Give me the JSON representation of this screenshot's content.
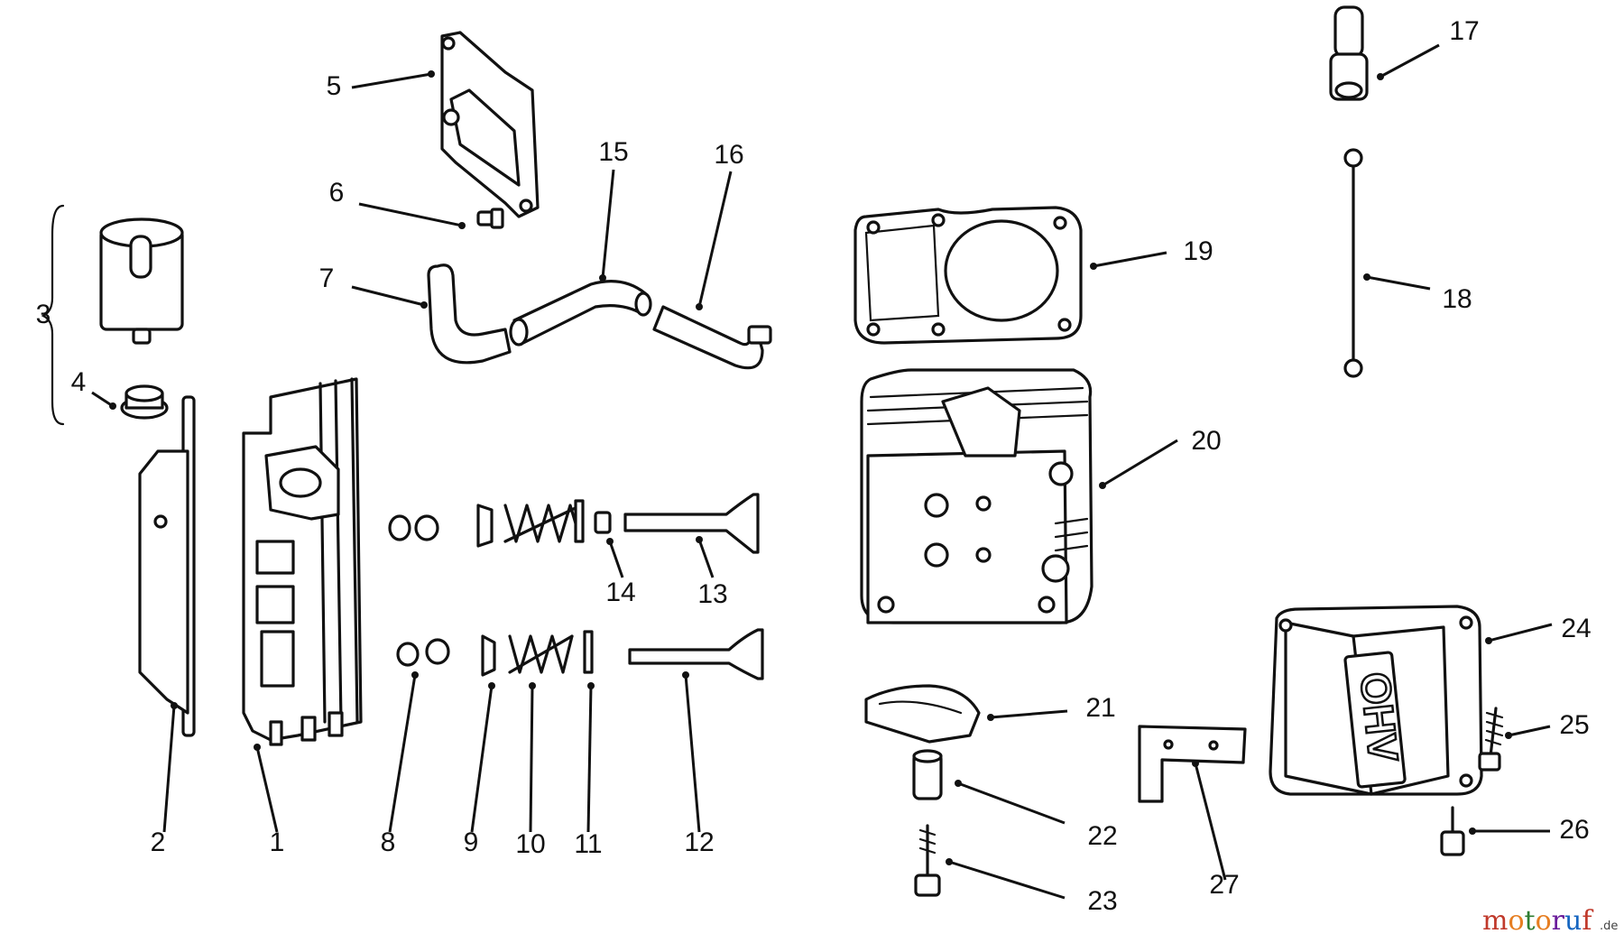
{
  "diagram": {
    "callouts": {
      "c1": "1",
      "c2": "2",
      "c3": "3",
      "c4": "4",
      "c5": "5",
      "c6": "6",
      "c7": "7",
      "c8": "8",
      "c9": "9",
      "c10": "10",
      "c11": "11",
      "c12": "12",
      "c13": "13",
      "c14": "14",
      "c15": "15",
      "c16": "16",
      "c17": "17",
      "c18": "18",
      "c19": "19",
      "c20": "20",
      "c21": "21",
      "c22": "22",
      "c23": "23",
      "c24": "24",
      "c25": "25",
      "c26": "26",
      "c27": "27"
    },
    "cover_text": "OHV"
  },
  "watermark": {
    "m1": "m",
    "o1": "o",
    "t": "t",
    "o2": "o",
    "r": "r",
    "u": "u",
    "f": "f",
    "domain": ".de",
    "colors": {
      "m": "#c0392b",
      "o": "#e67e22",
      "t": "#2e7d32",
      "r": "#6a1b9a",
      "u": "#1565c0",
      "f": "#c0392b"
    }
  }
}
